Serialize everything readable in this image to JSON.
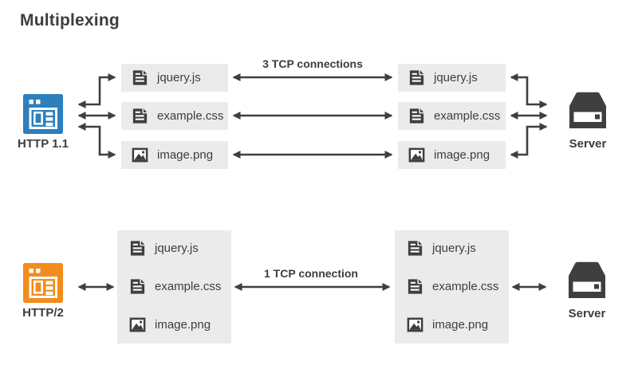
{
  "title": "Multiplexing",
  "colors": {
    "client_http11": "#2d7fbe",
    "client_http2": "#f28d1d",
    "diagram_dark": "#3f3f3f",
    "file_box_bg": "#ebebeb",
    "text": "#3d3d3d"
  },
  "top": {
    "client": {
      "label": "HTTP 1.1"
    },
    "server": {
      "label": "Server"
    },
    "connection_label": "3 TCP connections",
    "left_files": [
      {
        "name": "jquery.js",
        "icon": "document-icon"
      },
      {
        "name": "example.css",
        "icon": "document-icon"
      },
      {
        "name": "image.png",
        "icon": "image-icon"
      }
    ],
    "right_files": [
      {
        "name": "jquery.js",
        "icon": "document-icon"
      },
      {
        "name": "example.css",
        "icon": "document-icon"
      },
      {
        "name": "image.png",
        "icon": "image-icon"
      }
    ]
  },
  "bottom": {
    "client": {
      "label": "HTTP/2"
    },
    "server": {
      "label": "Server"
    },
    "connection_label": "1 TCP connection",
    "left_files": [
      {
        "name": "jquery.js",
        "icon": "document-icon"
      },
      {
        "name": "example.css",
        "icon": "document-icon"
      },
      {
        "name": "image.png",
        "icon": "image-icon"
      }
    ],
    "right_files": [
      {
        "name": "jquery.js",
        "icon": "document-icon"
      },
      {
        "name": "example.css",
        "icon": "document-icon"
      },
      {
        "name": "image.png",
        "icon": "image-icon"
      }
    ]
  }
}
